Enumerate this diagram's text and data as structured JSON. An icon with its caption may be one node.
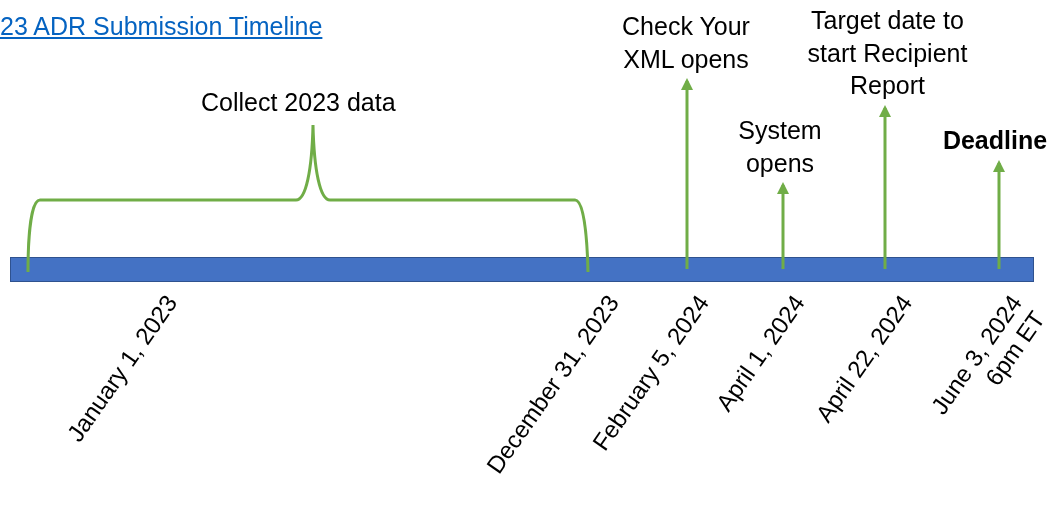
{
  "diagram": {
    "title": "23 ADR Submission Timeline",
    "nodes": [
      {
        "text": [],
        "shape": "bar"
      },
      {
        "text": [
          "Check Your XML opens"
        ]
      },
      {
        "text": [
          "System opens"
        ]
      },
      {
        "text": [
          "Target date to start Recipient Report"
        ]
      },
      {
        "text": [
          "Deadline"
        ]
      }
    ],
    "edges": [
      {
        "from": 0,
        "to": 1,
        "arrow": "to"
      },
      {
        "from": 0,
        "to": 2,
        "arrow": "to"
      },
      {
        "from": 0,
        "to": 3,
        "arrow": "to"
      },
      {
        "from": 0,
        "to": 4,
        "arrow": "to"
      }
    ],
    "labels": [
      "Collect 2023 data",
      "January 1, 2023",
      "December 31, 2023",
      "February 5, 2024",
      "April 1, 2024",
      "April 22, 2024",
      "June 3, 2024 6pm ET"
    ]
  }
}
